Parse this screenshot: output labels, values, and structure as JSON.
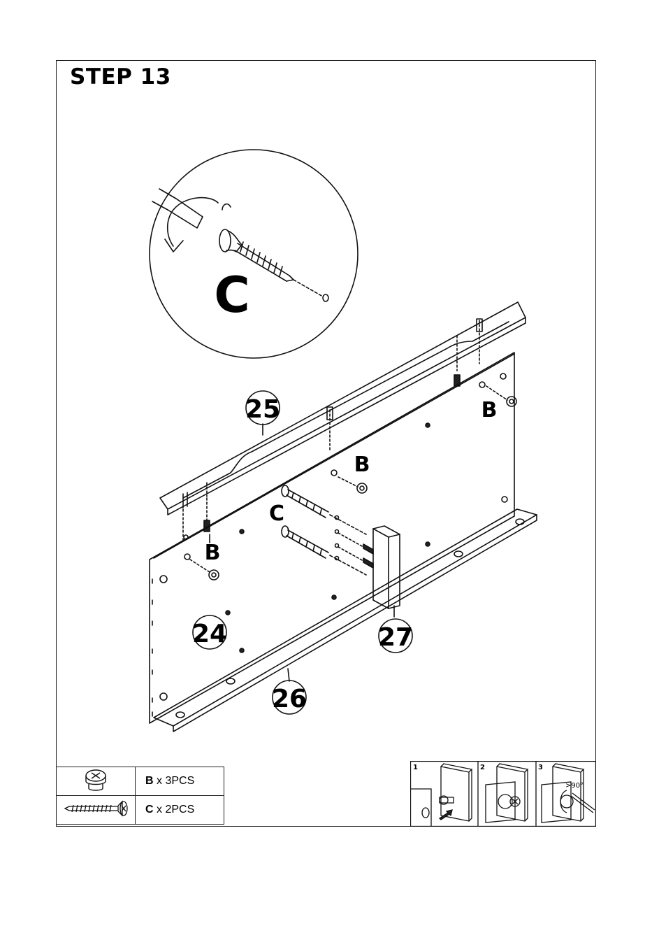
{
  "step": {
    "title": "STEP 13"
  },
  "detail": {
    "fastener_letter": "C"
  },
  "parts": {
    "p24": "24",
    "p25": "25",
    "p26": "26",
    "p27": "27"
  },
  "callouts": {
    "b": "B",
    "c": "C"
  },
  "hardware": [
    {
      "letter": "B",
      "qty": "x 3PCS",
      "icon": "cam-lock-icon"
    },
    {
      "letter": "C",
      "qty": "x 2PCS",
      "icon": "wood-screw-icon"
    }
  ],
  "cam_steps": {
    "s1": "1",
    "s2": "2",
    "s3": "3",
    "angle": ">90°"
  }
}
